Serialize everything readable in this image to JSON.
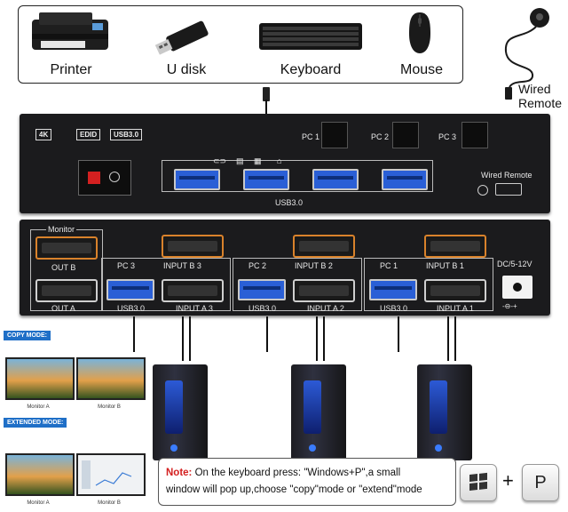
{
  "peripherals": {
    "printer": "Printer",
    "udisk": "U disk",
    "keyboard": "Keyboard",
    "mouse": "Mouse",
    "wired_remote": [
      "Wired",
      "Remote"
    ]
  },
  "front_panel": {
    "badges": [
      "4K",
      "EDID",
      "USB3.0"
    ],
    "pc_buttons": [
      "PC 1",
      "PC 2",
      "PC 3"
    ],
    "usb_label": "USB3.0",
    "wired_remote_label": "Wired Remote"
  },
  "back_panel": {
    "monitor_label": "Monitor",
    "out_b": "OUT B",
    "out_a": "OUT A",
    "groups": [
      {
        "pc": "PC 3",
        "input_b": "INPUT B 3",
        "usb": "USB3.0",
        "input_a": "INPUT A 3"
      },
      {
        "pc": "PC 2",
        "input_b": "INPUT B 2",
        "usb": "USB3.0",
        "input_a": "INPUT A 2"
      },
      {
        "pc": "PC 1",
        "input_b": "INPUT B 1",
        "usb": "USB3.0",
        "input_a": "INPUT A 1"
      }
    ],
    "dc_label": "DC/5-12V"
  },
  "modes": {
    "copy": "COPY MODE:",
    "extended": "EXTENDED MODE:",
    "monitor_a": "Monitor A",
    "monitor_b": "Monitor B"
  },
  "note": {
    "prefix": "Note:",
    "line1": " On the keyboard press: \"Windows+P\",a small",
    "line2": "window will pop up,choose \"copy\"mode or \"extend\"mode"
  },
  "keys": {
    "plus": "+",
    "p": "P"
  },
  "colors": {
    "accent_red": "#d42020",
    "usb_blue": "#2a5fd6",
    "mode_tag_blue": "#1f6fc7",
    "hdmi_orange": "#d9822b"
  }
}
